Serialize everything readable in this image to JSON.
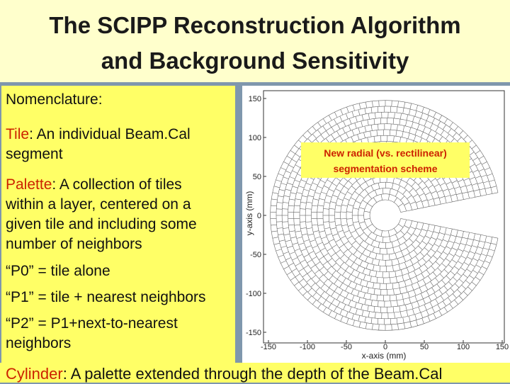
{
  "slide": {
    "title_line1": "The SCIPP Reconstruction Algorithm",
    "title_line2": "and Background Sensitivity"
  },
  "left_panel": {
    "nomenclature": "Nomenclature:",
    "tile_term": "Tile",
    "tile_line1": ": An individual Beam.Cal",
    "tile_line2": "segment",
    "palette_term": "Palette",
    "palette_line1": ": A collection of tiles",
    "palette_line2": "within a layer, centered on a",
    "palette_line3": "given tile and including some",
    "palette_line4": "number of neighbors",
    "p0": "“P0” = tile alone",
    "p1": "“P1” = tile + nearest neighbors",
    "p2_line1": "“P2” = P1+next-to-nearest",
    "p2_line2": "neighbors"
  },
  "figure": {
    "annotation_line1": "New radial (vs. rectilinear)",
    "annotation_line2": "segmentation scheme",
    "xlabel": "x-axis (mm)",
    "ylabel": "y-axis (mm)",
    "xticks": [
      "-150",
      "-100",
      "-50",
      "0",
      "50",
      "100",
      "150"
    ],
    "yticks": [
      "150",
      "100",
      "50",
      "0",
      "-50",
      "-100",
      "-150"
    ]
  },
  "bottom": {
    "cylinder_term": "Cylinder",
    "cylinder_text": ": A  palette extended through the depth of the Beam.Cal"
  },
  "colors": {
    "title_bg": "#ffffcc",
    "panel_bg": "#ffff66",
    "frame": "#7f97ad",
    "keyword": "#cc2200",
    "annotation_box": "#ffff66",
    "annotation_text": "#cc2200"
  }
}
